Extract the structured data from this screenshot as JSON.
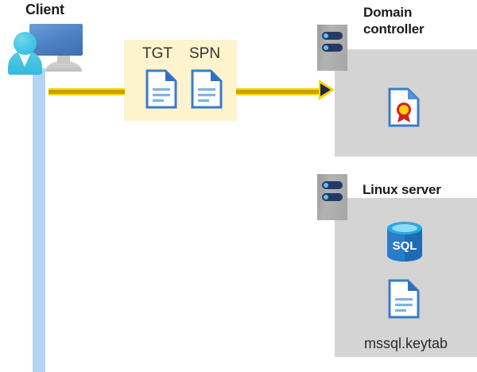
{
  "diagram": {
    "title_client": "Client",
    "title_domain_controller": "Domain\ncontroller",
    "title_linux_server": "Linux server",
    "message_box": {
      "label_tgt": "TGT",
      "label_spn": "SPN"
    },
    "linux_server": {
      "db_label": "SQL",
      "keytab_label": "mssql.keytab"
    },
    "colors": {
      "arrow_yellow": "#ffd400",
      "arrow_core": "#c9a200",
      "arrow_head_fill": "#1f2a44",
      "message_box_bg": "#fdf3cd",
      "panel_bg": "#d4d4d4",
      "lifeline_blue": "#b3d4f5",
      "monitor_blue": "#4a7fc1",
      "person_cyan": "#41c4e4",
      "server_gray": "#a6a6a6",
      "server_slot_navy": "#243a66",
      "doc_outline_blue": "#3a7dc9",
      "doc_fold_blue": "#2f6fbf",
      "doc_line_blue": "#7fb2e4",
      "cert_ribbon_red": "#d32121",
      "cert_seal_yellow": "#ffd400",
      "sql_blue": "#1f6ab5",
      "sql_top_cyan": "#3fc0e8",
      "heading_text": "#1c1c1c",
      "caption_text": "#2b2b2b"
    }
  }
}
